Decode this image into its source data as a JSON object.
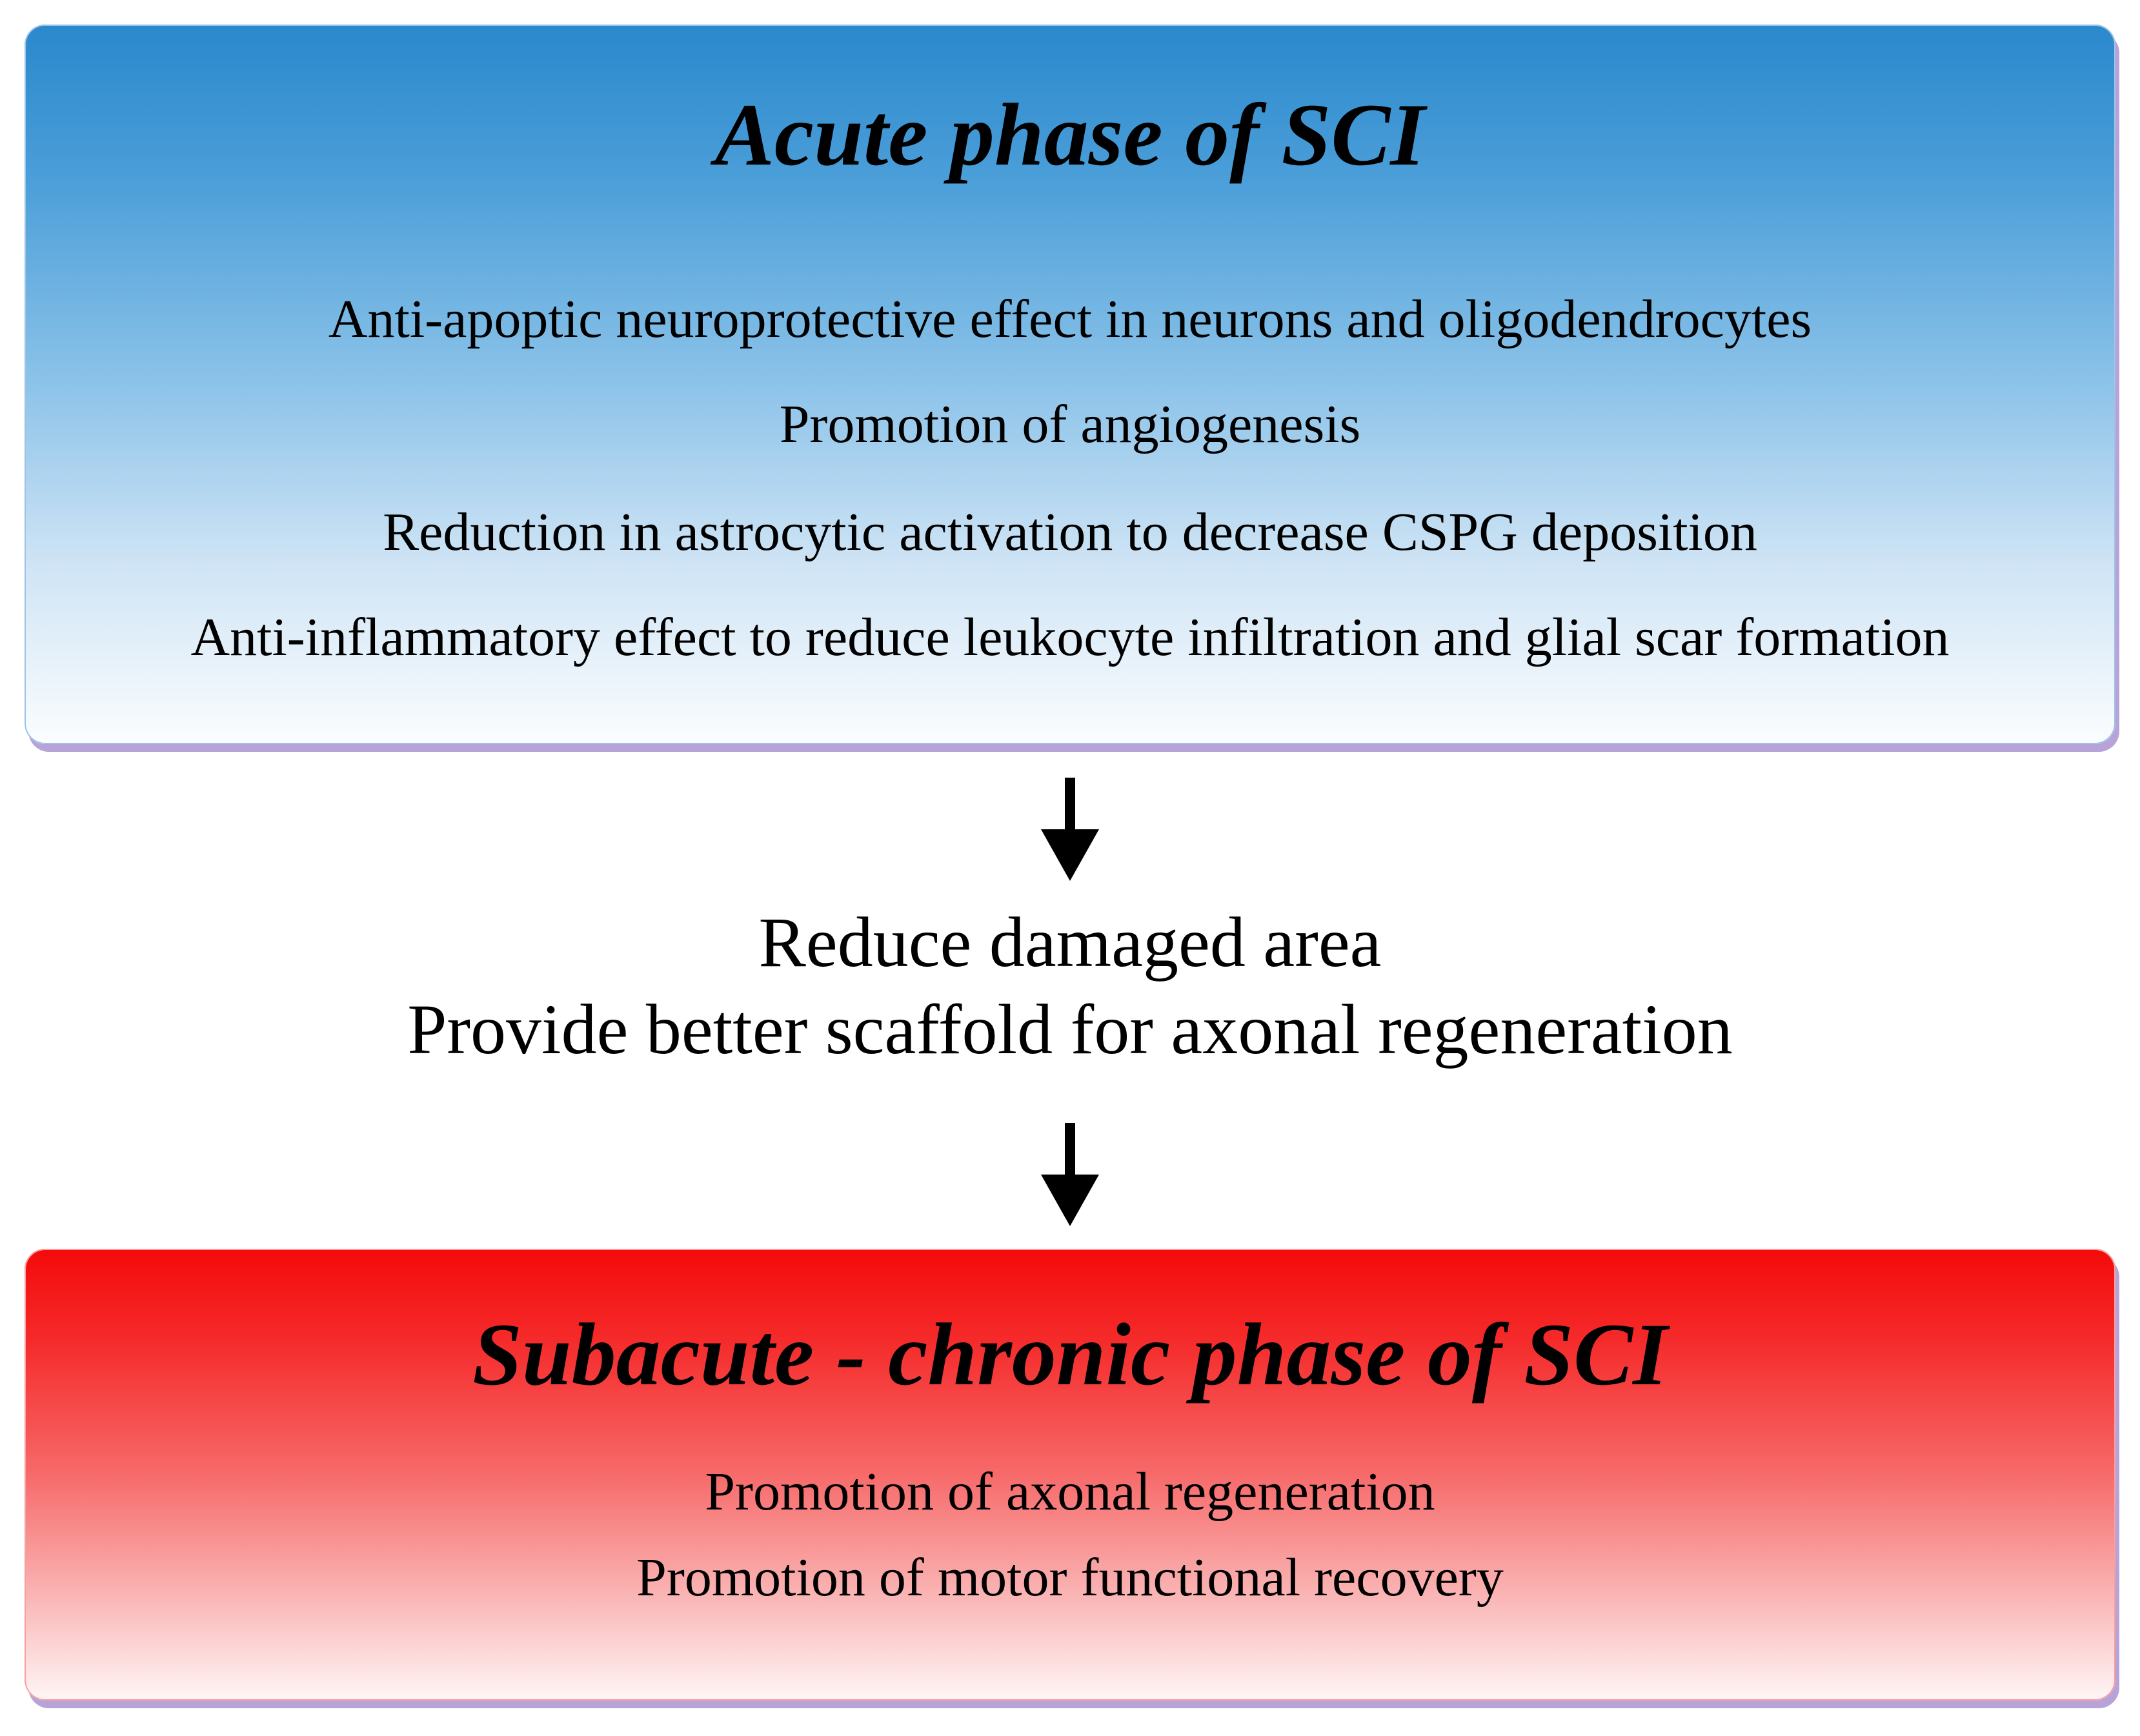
{
  "acute": {
    "title": "Acute phase of SCI",
    "points": [
      "Anti-apoptic neuroprotective effect in neurons and oligodendrocytes",
      "Promotion of angiogenesis",
      "Reduction in astrocytic activation to decrease CSPG deposition",
      "Anti-inflammatory effect to reduce leukocyte infiltration and glial scar formation"
    ]
  },
  "middle": {
    "lines": [
      "Reduce damaged area",
      "Provide better scaffold for axonal regeneration"
    ]
  },
  "chronic": {
    "title": "Subacute - chronic phase of SCI",
    "points": [
      "Promotion of axonal regeneration",
      "Promotion of motor functional recovery"
    ]
  },
  "colors": {
    "acute_top": "#2a88cc",
    "chronic_top": "#f40a0a",
    "panel_shadow": "#b7a3d8",
    "arrow": "#000000"
  },
  "icons": {
    "flow_arrow": "arrow-down-icon"
  }
}
